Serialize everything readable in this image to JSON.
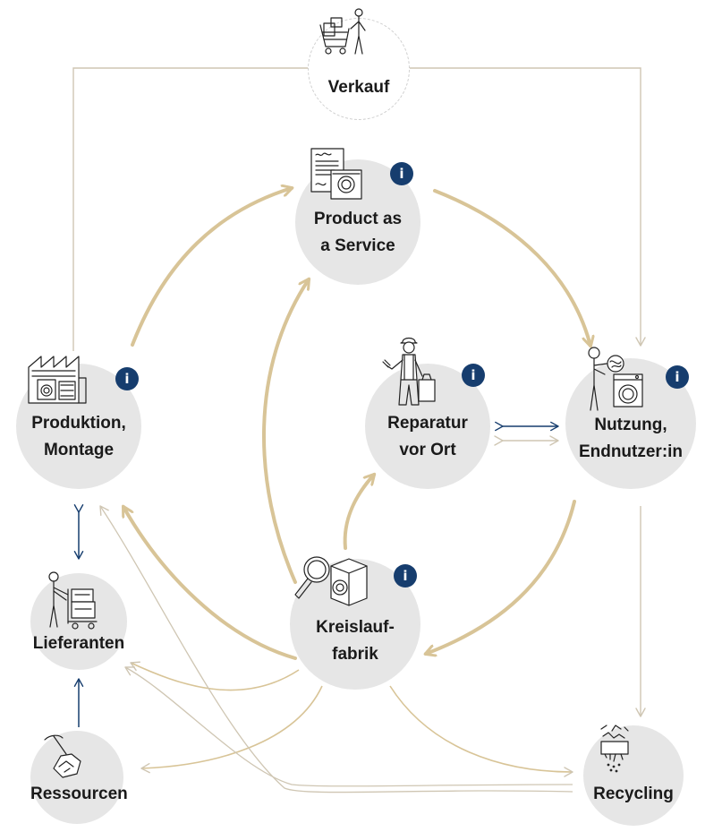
{
  "diagram": {
    "nodes": {
      "verkauf": {
        "label": "Verkauf"
      },
      "paas": {
        "label_line1": "Product as",
        "label_line2": "a Service",
        "info": "i"
      },
      "produktion": {
        "label_line1": "Produktion,",
        "label_line2": "Montage",
        "info": "i"
      },
      "reparatur": {
        "label_line1": "Reparatur",
        "label_line2": "vor Ort",
        "info": "i"
      },
      "nutzung": {
        "label_line1": "Nutzung,",
        "label_line2": "Endnutzer:in",
        "info": "i"
      },
      "lieferanten": {
        "label": "Lieferanten"
      },
      "kreislauf": {
        "label_line1": "Kreislauf-",
        "label_line2": "fabrik",
        "info": "i"
      },
      "ressourcen": {
        "label": "Ressourcen"
      },
      "recycling": {
        "label": "Recycling"
      }
    },
    "colors": {
      "node_fill": "#e6e6e6",
      "main_arrow": "#d8c497",
      "thin_line": "#cfc6b3",
      "blue_arrow": "#163d6e",
      "info_button": "#163d6e"
    },
    "icons": {
      "verkauf": "shopper-with-cart-icon",
      "paas": "contract-document-icon",
      "produktion": "factory-icon",
      "reparatur": "technician-icon",
      "nutzung": "washing-machine-user-icon",
      "lieferanten": "worker-with-trolley-icon",
      "kreislauf": "magnifier-machine-icon",
      "ressourcen": "pickaxe-ore-icon",
      "recycling": "recycling-shredder-icon"
    }
  }
}
